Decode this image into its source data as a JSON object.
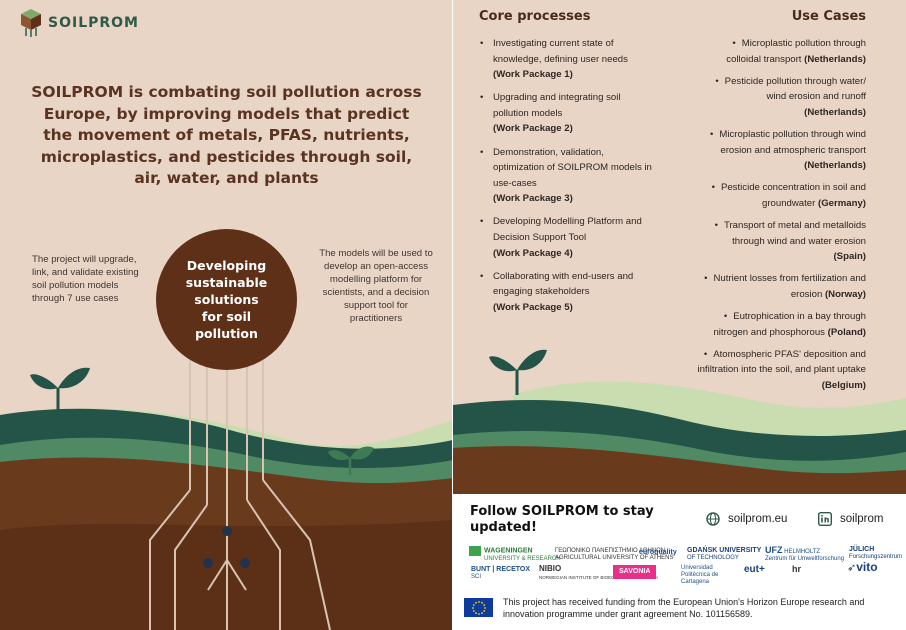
{
  "brand": {
    "name": "SOILPROM"
  },
  "headline": "SOILPROM is combating soil pollution across Europe, by improving models that predict the movement of metals, PFAS, nutrients, microplastics, and pesticides through soil, air, water, and plants",
  "left_note": "The project will upgrade, link, and validate existing soil pollution models through 7 use cases",
  "right_note": "The models will be used to develop an open-access modelling platform for scientists, and a decision support tool for practitioners",
  "circle": {
    "lines": [
      "Developing",
      "sustainable",
      "solutions",
      "for soil",
      "pollution"
    ]
  },
  "core": {
    "title": "Core processes",
    "items": [
      {
        "text": "Investigating current state of knowledge, defining user needs",
        "wp": "(Work Package 1)"
      },
      {
        "text": "Upgrading and integrating soil pollution models",
        "wp": "(Work Package 2)"
      },
      {
        "text": "Demonstration, validation, optimization of SOILPROM models in use-cases",
        "wp": "(Work Package 3)"
      },
      {
        "text": "Developing Modelling Platform and Decision Support Tool",
        "wp": "(Work Package 4)"
      },
      {
        "text": "Collaborating with end-users and engaging stakeholders",
        "wp": "(Work Package 5)"
      }
    ]
  },
  "use_cases": {
    "title": "Use Cases",
    "items": [
      {
        "line1": "Microplastic pollution through",
        "line2": "colloidal transport",
        "country": "(Netherlands)"
      },
      {
        "line1": "Pesticide pollution through water/",
        "line2": "wind erosion and runoff",
        "country": "(Netherlands)"
      },
      {
        "line1": "Microplastic pollution through wind",
        "line2": "erosion and atmospheric transport",
        "country": "(Netherlands)"
      },
      {
        "line1": "Pesticide concentration in soil and",
        "line2": "groundwater",
        "country": "(Germany)"
      },
      {
        "line1": "Transport of metal and metalloids",
        "line2": "through wind and water erosion",
        "country": "(Spain)"
      },
      {
        "line1": "Nutrient losses from fertilization and",
        "line2": "erosion",
        "country": "(Norway)"
      },
      {
        "line1": "Eutrophication in a bay through",
        "line2": "nitrogen and phosphorous",
        "country": "(Poland)"
      },
      {
        "line1": "Atomospheric PFAS' deposition and",
        "line2": "infiltration into the soil, and plant uptake",
        "country": "(Belgium)"
      }
    ]
  },
  "footer": {
    "follow": "Follow SOILPROM to stay updated!",
    "website": "soilprom.eu",
    "linkedin": "soilprom",
    "funding": "This project has received funding from the European Union's Horizon Europe research and innovation programme under grant agreement No. 101156589.",
    "partners": {
      "wageningen": "WAGENINGEN",
      "wageningen_sub": "UNIVERSITY & RESEARCH",
      "athens": "ΓΕΩΠΟΝΙΚΟ ΠΑΝΕΠΙΣΤΗΜΙΟ ΑΘΗΝΩΝ",
      "athens_sub": "AGRICULTURAL UNIVERSITY OF ATHENS",
      "euroquality": "euroquality",
      "gdansk": "GDAŃSK UNIVERSITY",
      "gdansk_sub": "OF TECHNOLOGY",
      "ufz": "UFZ",
      "helmholtz": "HELMHOLTZ",
      "helmholtz_sub": "Zentrum für Umweltforschung",
      "julich": "JÜLICH",
      "julich_sub": "Forschungszentrum",
      "bunt": "BUNT | RECETOX",
      "bunt_sub": "SCI",
      "nibio": "NIBIO",
      "nibio_sub": "NORWEGIAN INSTITUTE OF BIOECONOMY RESEARCH",
      "savonia": "SAVONIA",
      "cartagena": "Universidad Politécnica de Cartagena",
      "eut": "eut+",
      "hr": "hr",
      "vito": "vito"
    }
  },
  "colors": {
    "brown": "#5e3018",
    "dark_green": "#245447",
    "mid_green": "#7faa6a",
    "light_green": "#c9ddb0",
    "soil": "#6a3a1c"
  }
}
